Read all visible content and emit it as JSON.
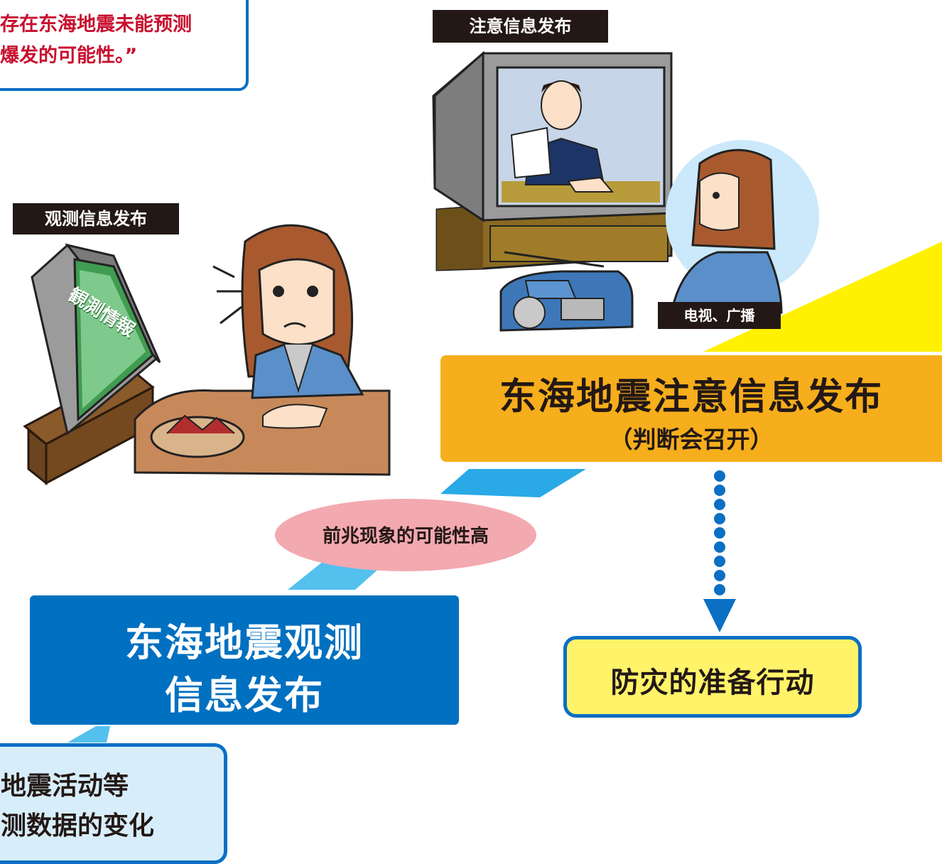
{
  "colors": {
    "blue_box": "#0070c0",
    "orange_box": "#f6ae1c",
    "yellow_box": "#fff36a",
    "pink_oval": "#f3a9b0",
    "light_blue_box": "#d7eefa",
    "quote_text": "#c8102e",
    "yellow_beam": "#fff100",
    "blue_arrow": "#0b6fc4"
  },
  "quote_box": {
    "line1": "存在东海地震未能预测",
    "line2": "爆发的可能性。”"
  },
  "observation_label": "观测信息发布",
  "tv_screen_text": "観測情報",
  "caution_label": "注意信息发布",
  "tv_radio_label": "电视、广播",
  "caution_box": {
    "title": "东海地震注意信息发布",
    "subtitle": "（判断会召开）"
  },
  "precursor_oval": "前兆现象的可能性高",
  "observation_box": {
    "line1": "东海地震观测",
    "line2": "信息发布"
  },
  "preparation_box": "防灾的准备行动",
  "data_change_box": {
    "line1": "地震活动等",
    "line2": "测数据的变化"
  }
}
